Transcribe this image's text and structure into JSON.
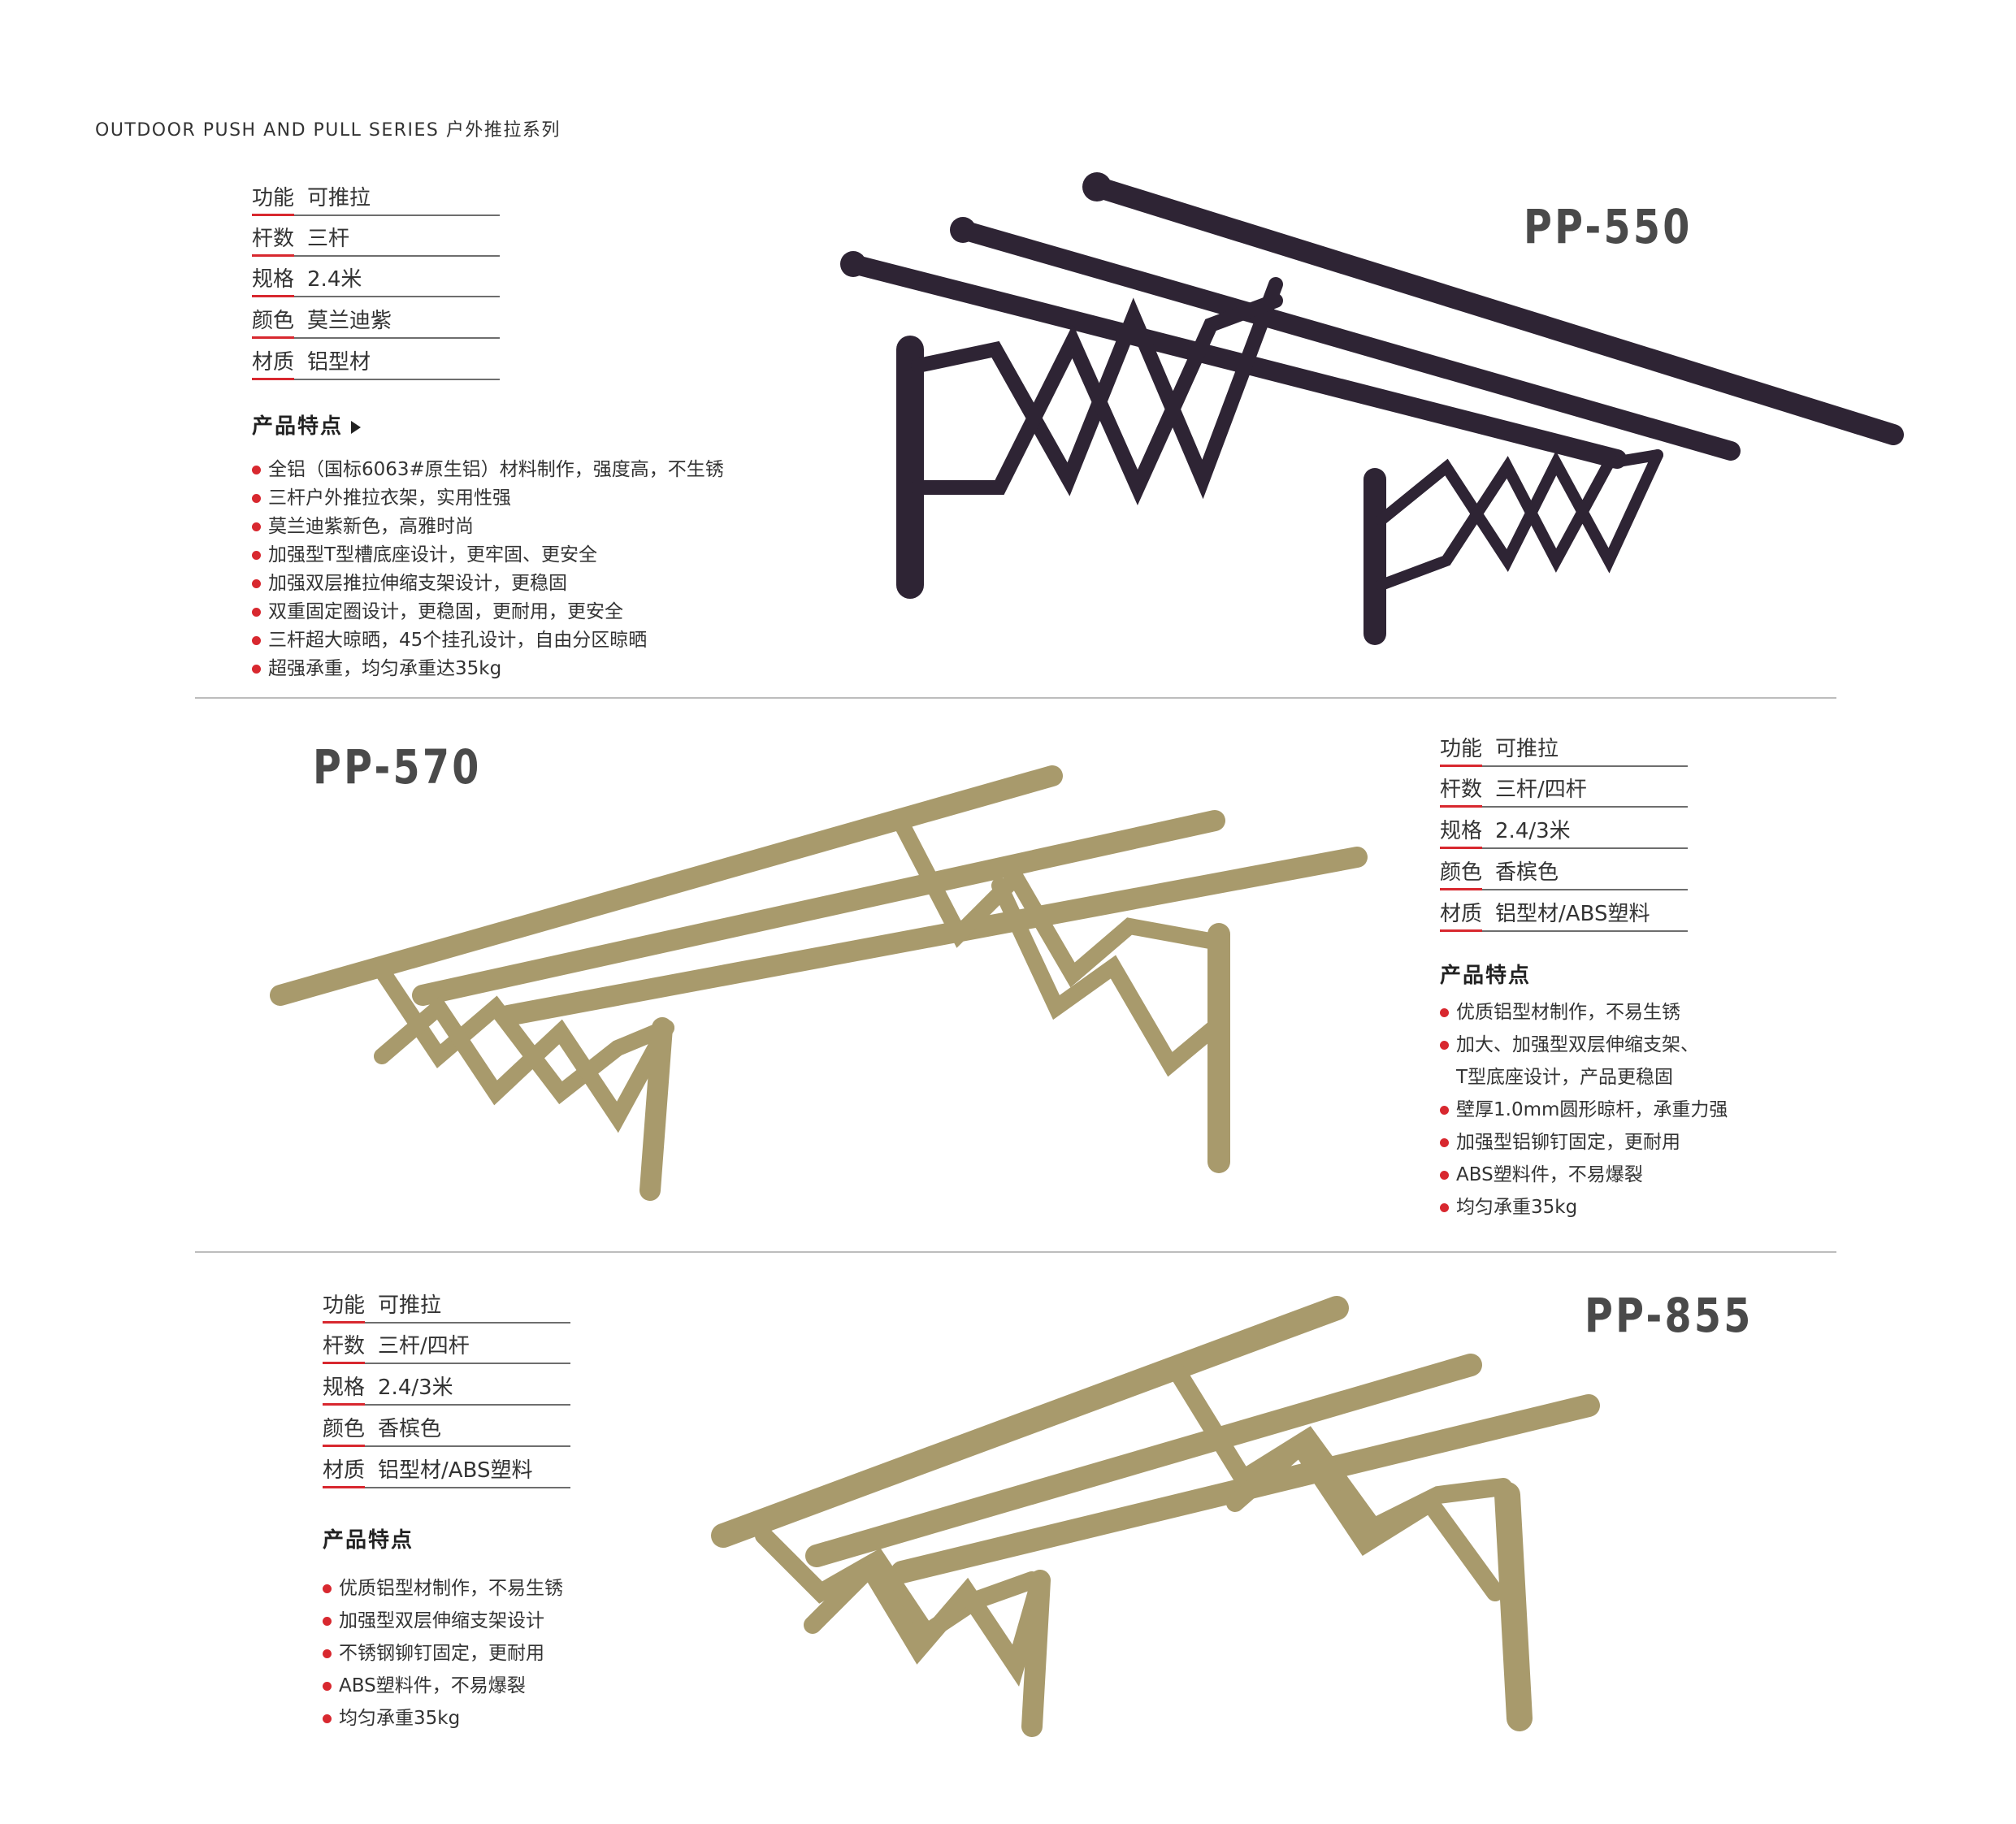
{
  "series_header": "OUTDOOR PUSH AND PULL SERIES 户外推拉系列",
  "colors": {
    "accent": "#d8282f",
    "purple_rack": "#2e2434",
    "gold_rack": "#a89a6c"
  },
  "products": [
    {
      "model": "PP-550",
      "specs": [
        {
          "label": "功能",
          "value": "可推拉"
        },
        {
          "label": "杆数",
          "value": "三杆"
        },
        {
          "label": "规格",
          "value": "2.4米"
        },
        {
          "label": "颜色",
          "value": "莫兰迪紫"
        },
        {
          "label": "材质",
          "value": "铝型材"
        }
      ],
      "features_title": "产品特点",
      "features": [
        "全铝（国标6063#原生铝）材料制作，强度高，不生锈",
        "三杆户外推拉衣架，实用性强",
        "莫兰迪紫新色，高雅时尚",
        "加强型T型槽底座设计，更牢固、更安全",
        "加强双层推拉伸缩支架设计，更稳固",
        "双重固定圈设计，更稳固，更耐用，更安全",
        "三杆超大晾晒，45个挂孔设计，自由分区晾晒",
        "超强承重，均匀承重达35kg"
      ]
    },
    {
      "model": "PP-570",
      "specs": [
        {
          "label": "功能",
          "value": "可推拉"
        },
        {
          "label": "杆数",
          "value": "三杆/四杆"
        },
        {
          "label": "规格",
          "value": "2.4/3米"
        },
        {
          "label": "颜色",
          "value": "香槟色"
        },
        {
          "label": "材质",
          "value": "铝型材/ABS塑料"
        }
      ],
      "features_title": "产品特点",
      "features": [
        "优质铝型材制作，不易生锈",
        "加大、加强型双层伸缩支架、",
        "T型底座设计，产品更稳固",
        "壁厚1.0mm圆形晾杆，承重力强",
        "加强型铝铆钉固定，更耐用",
        "ABS塑料件，不易爆裂",
        "均匀承重35kg"
      ]
    },
    {
      "model": "PP-855",
      "specs": [
        {
          "label": "功能",
          "value": "可推拉"
        },
        {
          "label": "杆数",
          "value": "三杆/四杆"
        },
        {
          "label": "规格",
          "value": "2.4/3米"
        },
        {
          "label": "颜色",
          "value": "香槟色"
        },
        {
          "label": "材质",
          "value": "铝型材/ABS塑料"
        }
      ],
      "features_title": "产品特点",
      "features": [
        "优质铝型材制作，不易生锈",
        "加强型双层伸缩支架设计",
        "不锈钢铆钉固定，更耐用",
        "ABS塑料件，不易爆裂",
        "均匀承重35kg"
      ]
    }
  ]
}
